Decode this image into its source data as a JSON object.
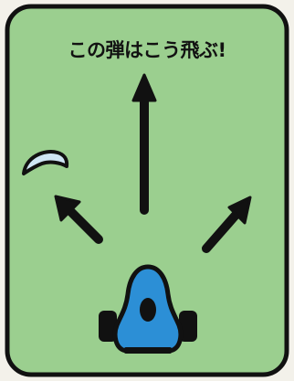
{
  "panel": {
    "title": "この弾はこう飛ぶ!",
    "background_color": "#9bcf8f",
    "border_color": "#111111"
  },
  "player_ship": {
    "icon": "ship-icon",
    "body_color": "#2c8fd6",
    "wheel_color": "#111111"
  },
  "projectile": {
    "icon": "crescent-bullet-icon",
    "color": "#cfe6f4"
  },
  "trajectory_arrows": [
    {
      "name": "up",
      "icon": "arrow-up-icon"
    },
    {
      "name": "up-left",
      "icon": "arrow-up-left-icon"
    },
    {
      "name": "up-right",
      "icon": "arrow-up-right-icon"
    }
  ]
}
